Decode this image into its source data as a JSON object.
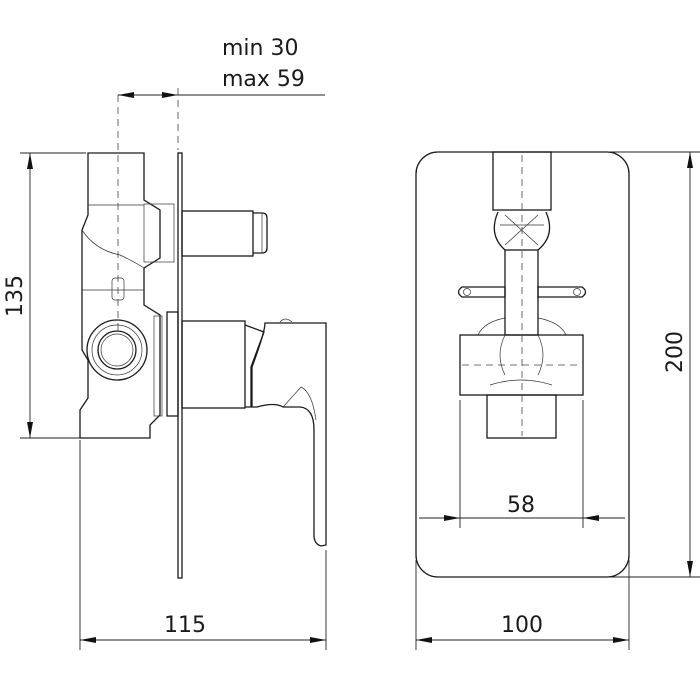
{
  "dimensions": {
    "depth_min": "min 30",
    "depth_max": "max 59",
    "body_height": "135",
    "total_depth": "115",
    "plate_height": "200",
    "plate_width": "100",
    "inlet_spacing": "58"
  },
  "colors": {
    "line": "#1a1a1a",
    "background": "#ffffff"
  }
}
